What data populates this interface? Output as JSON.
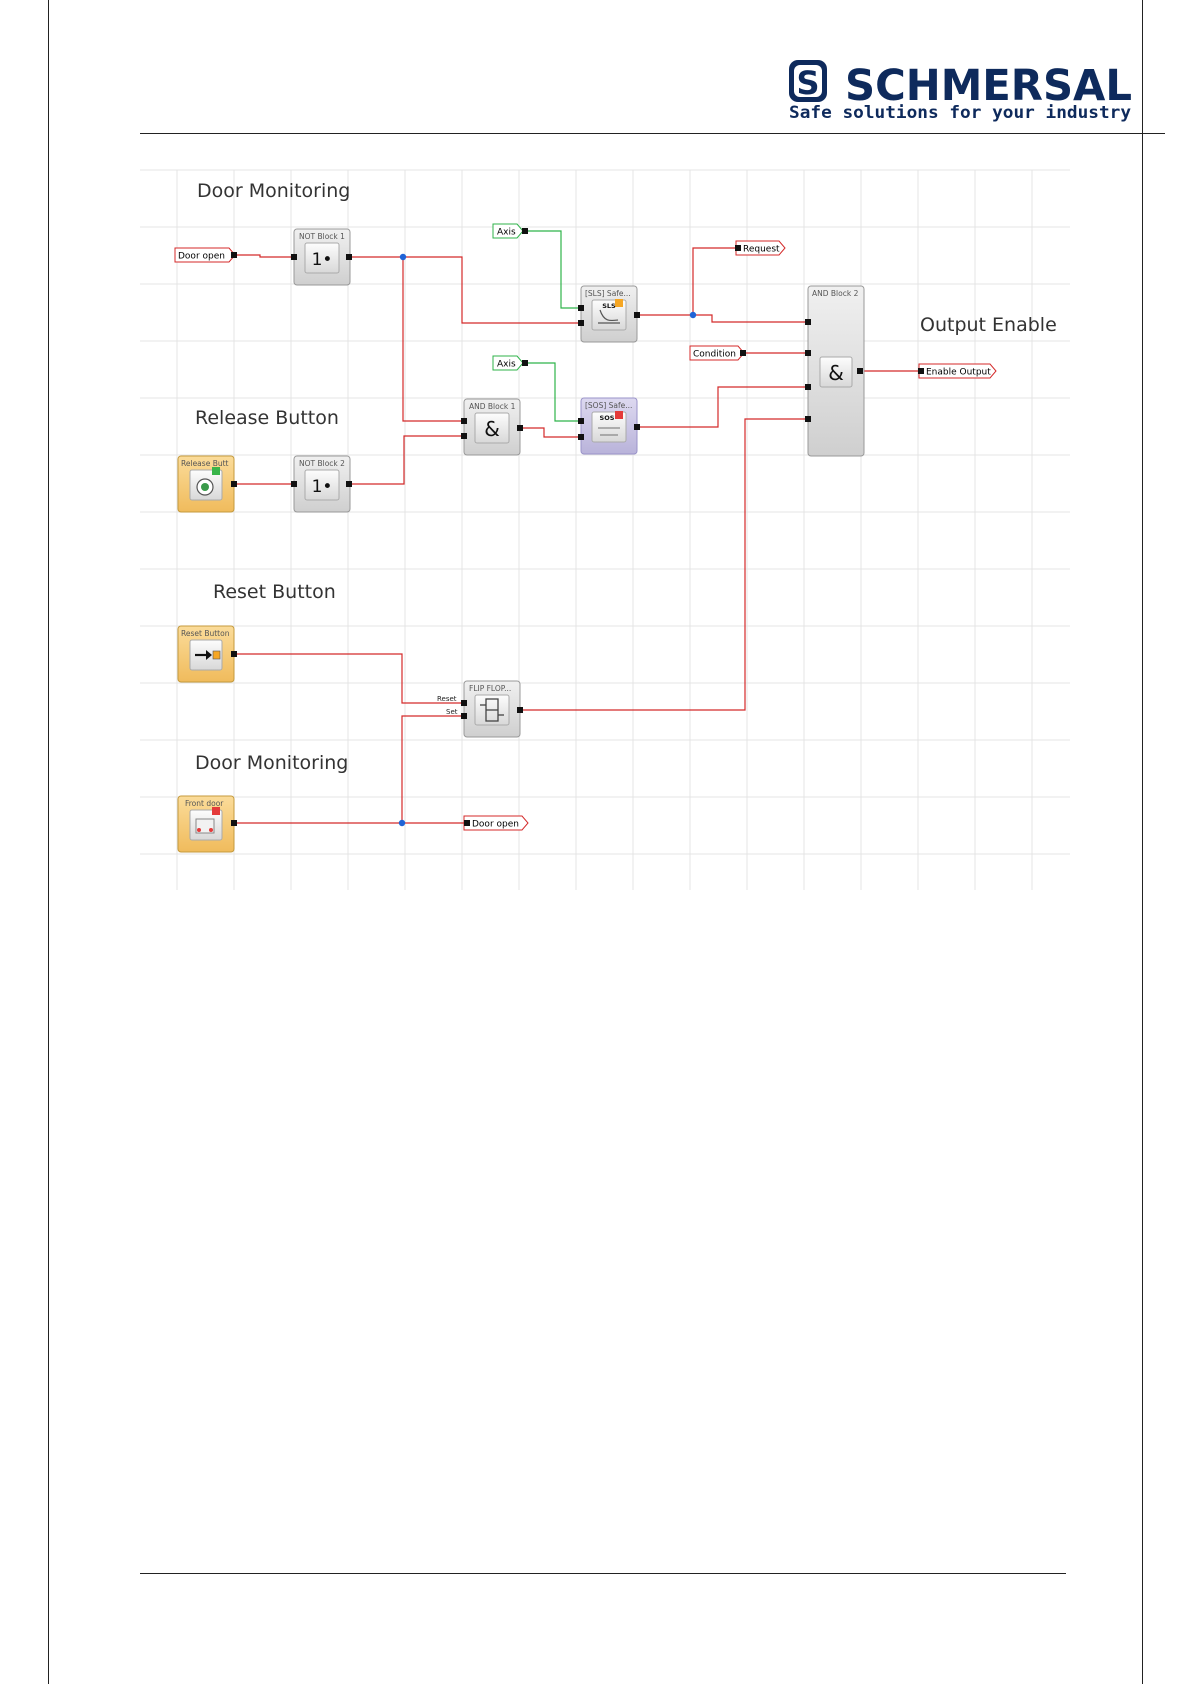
{
  "logo": {
    "brand": "SCHMERSAL",
    "tagline": "Safe solutions for your industry",
    "brand_color": "#0e2a5c"
  },
  "sections": {
    "door_monitoring_1": "Door Monitoring",
    "release_button": "Release Button",
    "reset_button": "Reset Button",
    "door_monitoring_2": "Door Monitoring",
    "output_enable": "Output Enable"
  },
  "blocks": {
    "not1": "NOT Block 1",
    "not2": "NOT Block 2",
    "and1": "AND Block 1",
    "and2": "AND Block 2",
    "sls": "[SLS] Safe...",
    "sos": "[SOS] Safe...",
    "flipflop": "FLIP FLOP...",
    "release_input": "Release Butt",
    "reset_input": "Reset Button",
    "front_door": "Front door"
  },
  "symbols": {
    "not": "1•",
    "and": "&",
    "sls": "SLS",
    "sos": "SOS"
  },
  "tags": {
    "door_open_in": "Door open",
    "axis_1": "Axis",
    "axis_2": "Axis",
    "request": "Request",
    "condition": "Condition",
    "enable_output": "Enable Output",
    "door_open_out": "Door open"
  },
  "pins": {
    "reset": "Reset",
    "set": "Set"
  },
  "colors": {
    "wire": "#d42a2a",
    "axis_wire": "#2fb34a",
    "junction": "#1f63d6",
    "input_block": "#f7c978",
    "logic_block": "#dcdcdc",
    "sos_block": "#c8c3e3"
  }
}
